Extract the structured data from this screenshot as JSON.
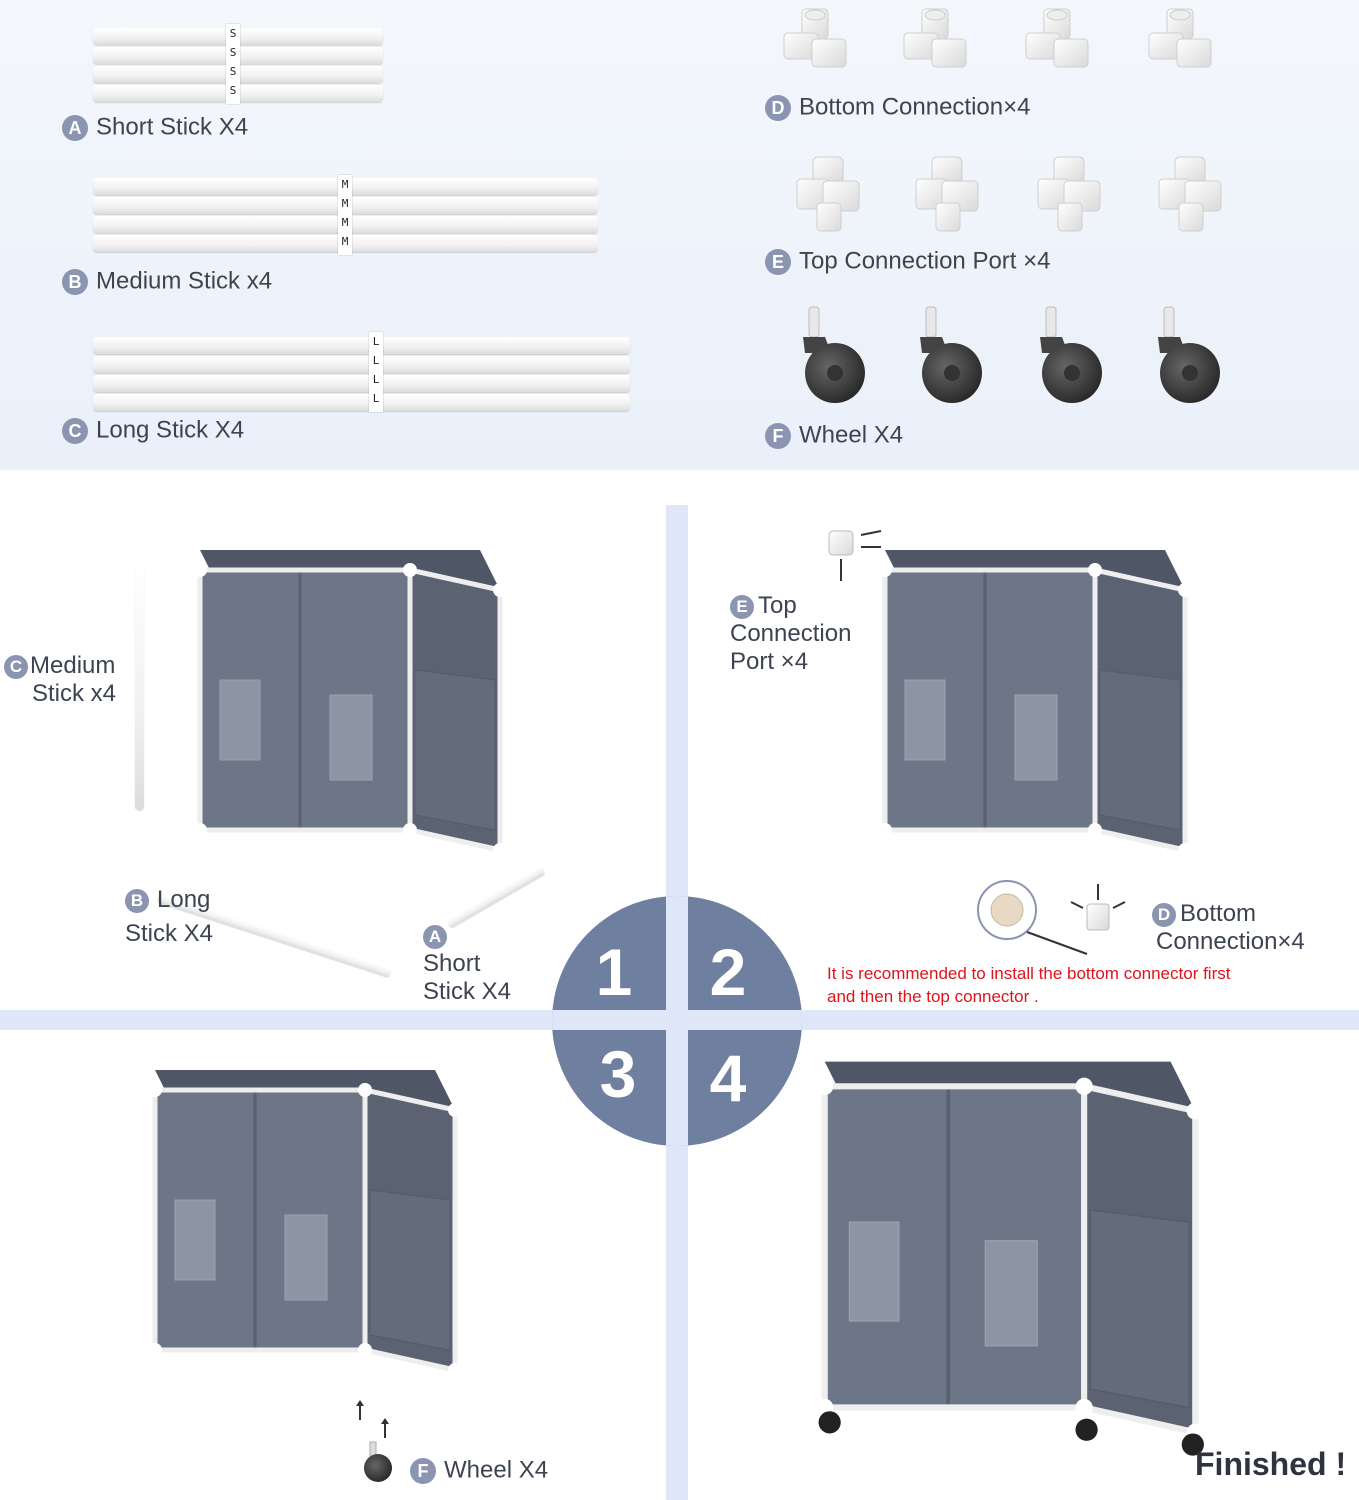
{
  "parts": {
    "short_stick": {
      "letter": "A",
      "label": "Short Stick X4",
      "tag": "S"
    },
    "medium_stick": {
      "letter": "B",
      "label": "Medium Stick x4",
      "tag": "M"
    },
    "long_stick": {
      "letter": "C",
      "label": "Long Stick X4",
      "tag": "L"
    },
    "bottom_connection": {
      "letter": "D",
      "label": "Bottom Connection×4"
    },
    "top_connection": {
      "letter": "E",
      "label": "Top Connection Port ×4"
    },
    "wheel": {
      "letter": "F",
      "label": "Wheel X4"
    }
  },
  "steps": {
    "numbers": [
      "1",
      "2",
      "3",
      "4"
    ],
    "step1": {
      "medium_letter": "C",
      "medium_line1": "Medium",
      "medium_line2": "Stick x4",
      "long_letter": "B",
      "long_line1": "Long",
      "long_line2": "Stick X4",
      "short_letter": "A",
      "short_line1": "Short",
      "short_line2": "Stick X4"
    },
    "step2": {
      "top_letter": "E",
      "top_line1": "Top",
      "top_line2": "Connection",
      "top_line3": "Port ×4",
      "bottom_letter": "D",
      "bottom_line1": "Bottom",
      "bottom_line2": "Connection×4",
      "warning_line1": "It is recommended to install the bottom connector first",
      "warning_line2": "and then the top connector ."
    },
    "step3": {
      "wheel_letter": "F",
      "wheel_label": "Wheel X4"
    },
    "step4": {
      "finished": "Finished !"
    }
  },
  "colors": {
    "fabric": "#6d7686",
    "fabric_dark": "#5b6372",
    "frame": "#f2f2f2",
    "badge": "#8b94b0",
    "step_circle": "#6f7fa0",
    "divider": "#dfe6f7",
    "warning": "#e0121b"
  }
}
